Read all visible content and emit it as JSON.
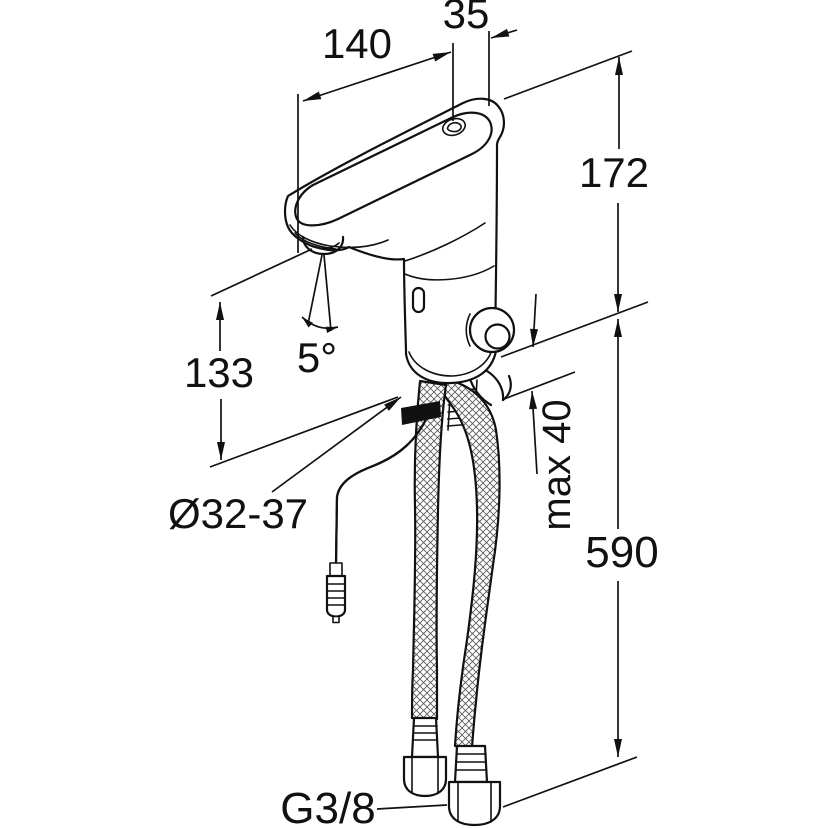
{
  "drawing": {
    "type": "technical dimension drawing",
    "subject": "electronic sensor basin mixer tap with flexible supply hoses and sensor cable",
    "line_color": "#111111",
    "background_color": "#ffffff"
  },
  "dimensions": {
    "spout_projection": "140",
    "spout_end_offset": "35",
    "height_above_deck": "172",
    "outlet_clearance": "133",
    "outlet_angle": "5°",
    "mounting_hole_diameter": "Ø32-37",
    "max_deck_thickness": "max 40",
    "hose_length_below_deck": "590",
    "supply_connection_thread": "G3/8"
  }
}
